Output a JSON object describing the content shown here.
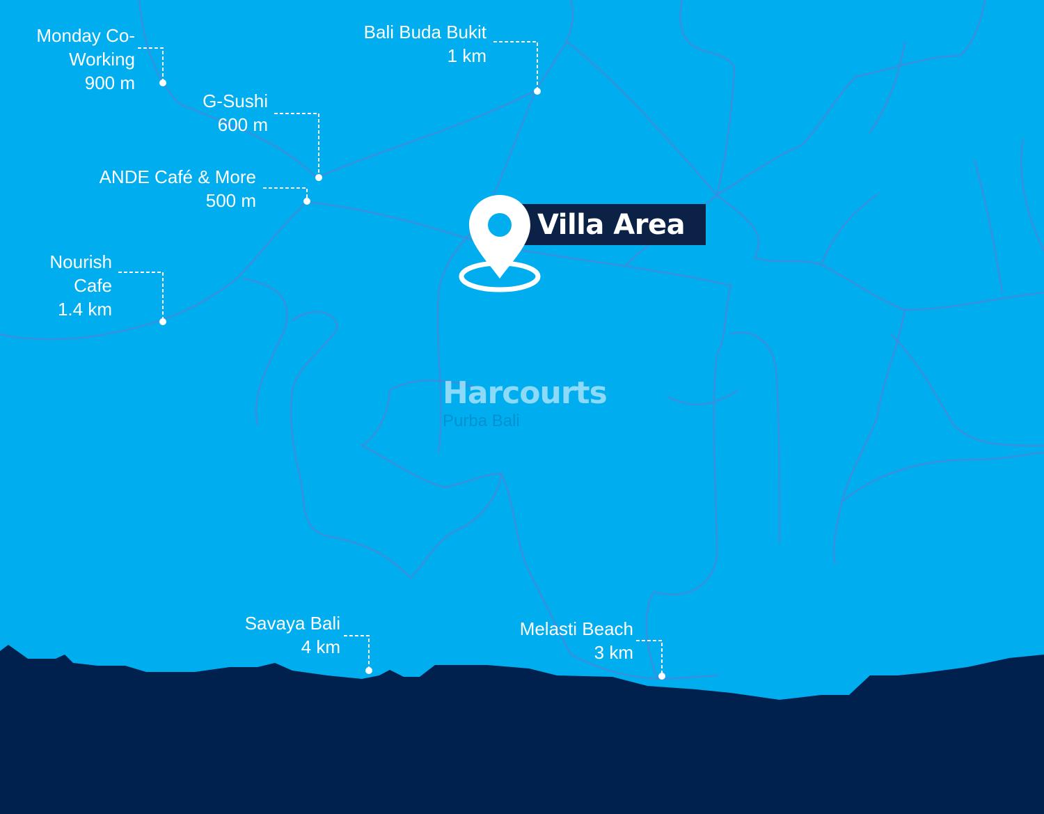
{
  "map": {
    "colors": {
      "water_land": "#00aeef",
      "roads": "#4a86d8",
      "coast": "#00214d",
      "label_box": "#0b2146",
      "text": "#ffffff"
    }
  },
  "villa": {
    "label": "Villa Area",
    "icon": "location-pin-icon"
  },
  "watermark": {
    "brand": "Harcourts",
    "sub": "Purba Bali"
  },
  "places": [
    {
      "name_lines": [
        "Monday Co-",
        "Working"
      ],
      "distance": "900 m"
    },
    {
      "name_lines": [
        "Bali Buda Bukit"
      ],
      "distance": "1 km"
    },
    {
      "name_lines": [
        "G-Sushi"
      ],
      "distance": "600 m"
    },
    {
      "name_lines": [
        "ANDE Café & More"
      ],
      "distance": "500 m"
    },
    {
      "name_lines": [
        "Nourish",
        "Cafe"
      ],
      "distance": "1.4 km"
    },
    {
      "name_lines": [
        "Savaya Bali"
      ],
      "distance": "4 km"
    },
    {
      "name_lines": [
        "Melasti Beach"
      ],
      "distance": "3 km"
    }
  ]
}
